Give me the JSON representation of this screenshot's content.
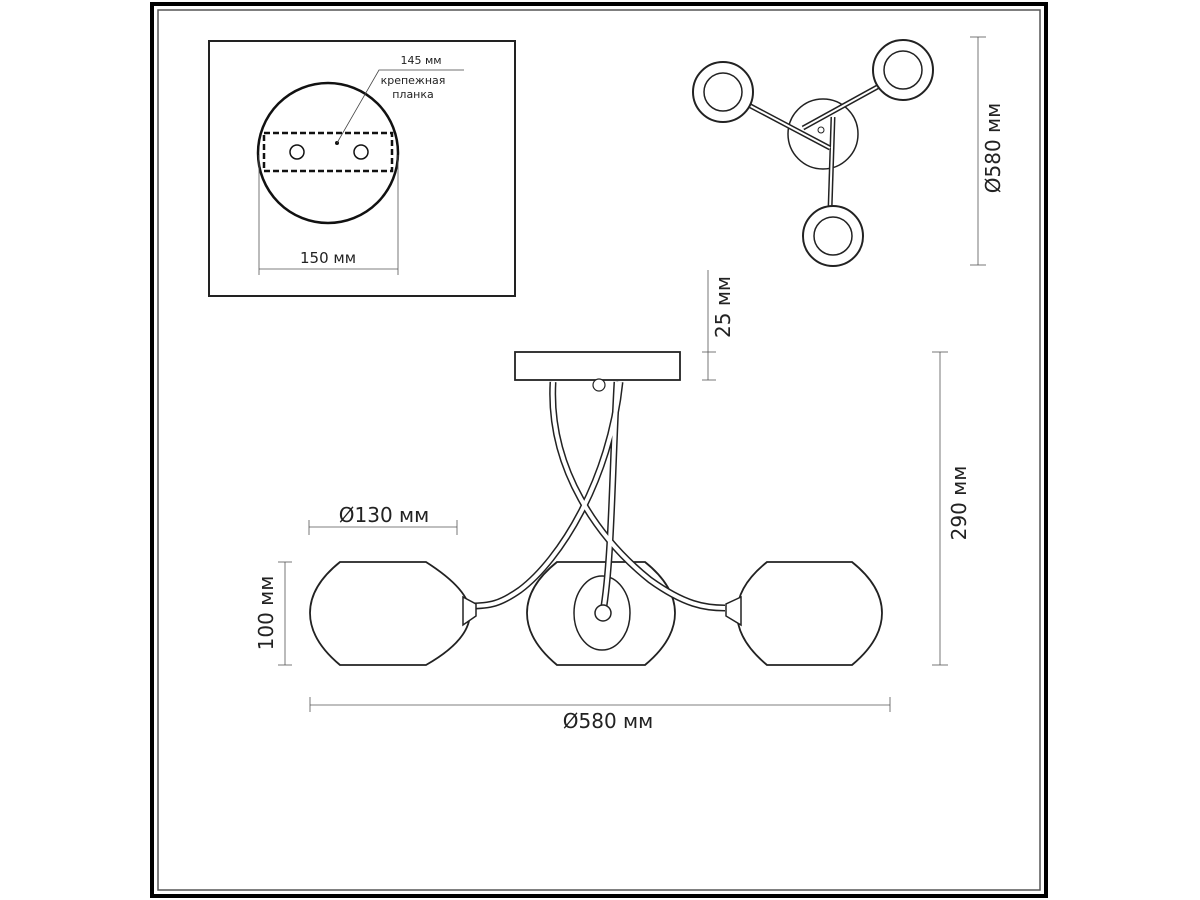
{
  "mount_plate": {
    "bar_width": "145 мм",
    "bar_label_line1": "крепежная",
    "bar_label_line2": "планка",
    "plate_diameter": "150 мм"
  },
  "top_view": {
    "diameter": "Ø580 мм"
  },
  "side_view": {
    "canopy_height": "25 мм",
    "total_height": "290 мм",
    "shade_diameter": "Ø130 мм",
    "shade_height": "100 мм",
    "total_diameter": "Ø580 мм"
  },
  "colors": {
    "line": "#222222",
    "frame": "#000000"
  }
}
